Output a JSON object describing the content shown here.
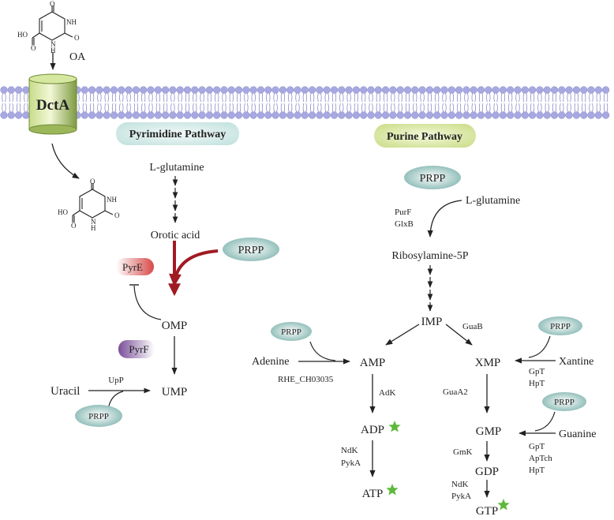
{
  "membrane": {
    "transporter": "DctA",
    "substrate": "OA"
  },
  "pyrimidine": {
    "title": "Pyrimidine Pathway",
    "l_glutamine": "L-glutamine",
    "orotic_acid": "Orotic acid",
    "prpp": "PRPP",
    "pyre": "PyrE",
    "omp": "OMP",
    "pyrf": "PyrF",
    "ump": "UMP",
    "uracil": "Uracil",
    "upp": "UpP",
    "prpp_small": "PRPP"
  },
  "purine": {
    "title": "Purine Pathway",
    "prpp": "PRPP",
    "l_glutamine": "L-glutamine",
    "purf": "PurF",
    "glxb": "GlxB",
    "ribosylamine": "Ribosylamine-5P",
    "imp": "IMP",
    "guab": "GuaB",
    "adenine": "Adenine",
    "prpp_adenine": "PRPP",
    "amp": "AMP",
    "rhe": "RHE_CH03035",
    "xmp": "XMP",
    "prpp_xantine": "PRPP",
    "xantine": "Xantine",
    "gpt1": "GpT",
    "hpt1": "HpT",
    "adk": "AdK",
    "adp": "ADP",
    "ndk1": "NdK",
    "pyka1": "PykA",
    "atp": "ATP",
    "guaa2": "GuaA2",
    "gmp": "GMP",
    "prpp_guanine": "PRPP",
    "guanine": "Guanine",
    "gpt2": "GpT",
    "aptch": "ApTch",
    "hpt2": "HpT",
    "gmk": "GmK",
    "gdp": "GDP",
    "ndk2": "NdK",
    "pyka2": "PykA",
    "gtp": "GTP"
  },
  "molecule": {
    "ho": "HO",
    "nh": "NH",
    "h": "H",
    "n": "N",
    "o": "O"
  },
  "colors": {
    "pill_green": "#dbe9a0",
    "pill_teal": "#d6ece9",
    "prpp_fill": "#9ec9c5",
    "pyre_fill": "#d84a4a",
    "pyrf_fill": "#8e63a8",
    "red_arrow": "#a01a22",
    "star": "#5cb83a",
    "lipid": "#a8a8e0"
  }
}
